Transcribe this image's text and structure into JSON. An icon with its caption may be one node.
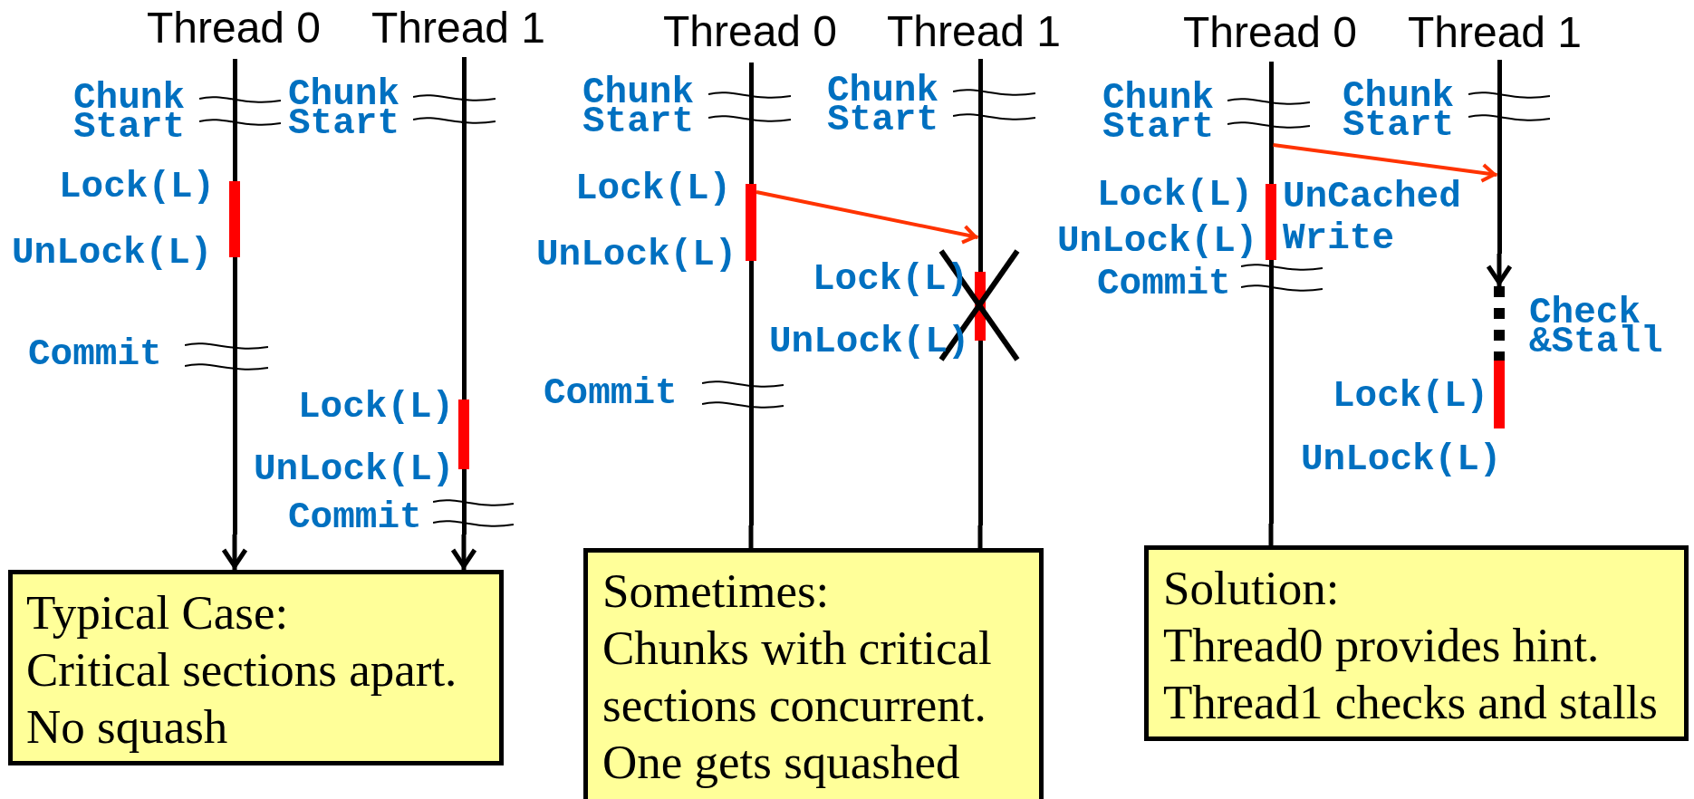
{
  "diagram": {
    "nodes": [
      {
        "text": [
          "Thread 0"
        ]
      },
      {
        "text": [
          "Thread 1"
        ]
      },
      {
        "text": [],
        "shape": "bar",
        "beside": [
          "Lock(L)",
          "UnLock(L)"
        ]
      },
      {
        "text": [],
        "shape": "bar",
        "beside": [
          "Lock(L)",
          "UnLock(L)"
        ]
      },
      {
        "text": [
          "Typical Case:",
          "Critical sections apart.",
          "No squash"
        ]
      },
      {
        "text": [
          "Thread 0"
        ]
      },
      {
        "text": [
          "Thread 1"
        ]
      },
      {
        "text": [],
        "shape": "bar",
        "beside": [
          "Lock(L)",
          "UnLock(L)"
        ]
      },
      {
        "text": [],
        "shape": "bar",
        "beside": [
          "Lock(L)",
          "UnLock(L)"
        ]
      },
      {
        "text": [
          "Sometimes:",
          "Chunks with critical sections concurrent.",
          "One gets squashed"
        ]
      },
      {
        "text": [
          "Thread 0"
        ]
      },
      {
        "text": [
          "Thread 1"
        ]
      },
      {
        "text": [],
        "shape": "bar",
        "beside": [
          "Lock(L)",
          "UnLock(L)",
          "UnCached Write"
        ]
      },
      {
        "text": [],
        "shape": "bar",
        "beside": [
          "Check &Stall"
        ]
      },
      {
        "text": [],
        "shape": "bar",
        "beside": [
          "Lock(L)",
          "UnLock(L)"
        ]
      },
      {
        "text": [
          "Solution:",
          "Thread0 provides hint.",
          "Thread1 checks and stalls"
        ]
      }
    ],
    "edges": [
      {
        "from": 0,
        "to": 4,
        "arrow": "to"
      },
      {
        "from": 1,
        "to": 4,
        "arrow": "to"
      },
      {
        "from": 5,
        "to": 9,
        "arrow": "none"
      },
      {
        "from": 6,
        "to": 9,
        "arrow": "none"
      },
      {
        "from": 7,
        "to": 6,
        "arrow": "to",
        "color": "#ff3300"
      },
      {
        "from": 10,
        "to": 15,
        "arrow": "none"
      },
      {
        "from": 11,
        "to": 13,
        "arrow": "to"
      },
      {
        "from": 10,
        "to": 11,
        "arrow": "to",
        "color": "#ff3300"
      }
    ],
    "labels": [
      "Chunk Start",
      "Chunk Start",
      "Commit",
      "Commit",
      "Chunk Start",
      "Chunk Start",
      "Commit",
      "Chunk Start",
      "Chunk Start",
      "Commit"
    ]
  }
}
